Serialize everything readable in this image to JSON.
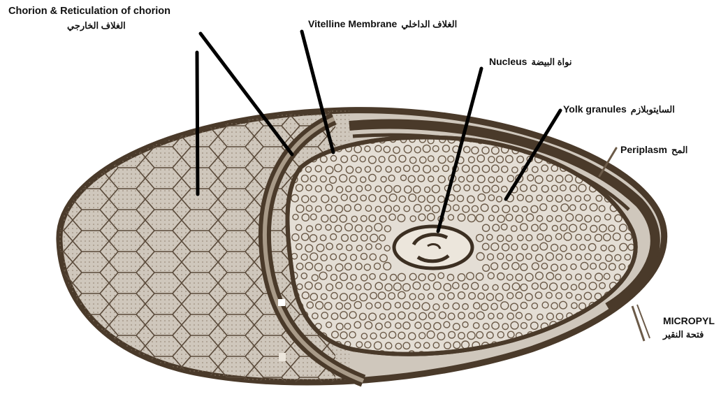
{
  "labels": {
    "chorion": {
      "en": "Chorion & Reticulation of chorion",
      "ar": "الغلاف الخارجي"
    },
    "vitelline": {
      "en": "Vitelline Membrane",
      "ar": "الغلاف الداخلي"
    },
    "nucleus": {
      "en": "Nucleus",
      "ar": "نواة البيضة"
    },
    "yolk": {
      "en": "Yolk granules",
      "ar": "السايتوبلازم"
    },
    "periplasm": {
      "en": "Periplasm",
      "ar": "المح"
    },
    "micropyl": {
      "en": "MICROPYL",
      "ar": "فتحة النقير"
    }
  },
  "colors": {
    "shell_dark": "#4a3a2a",
    "shell_fill": "#cfc7bc",
    "yolk_fill": "#e4ded5",
    "granule": "#6b5a48",
    "leader_line": "#000000"
  }
}
